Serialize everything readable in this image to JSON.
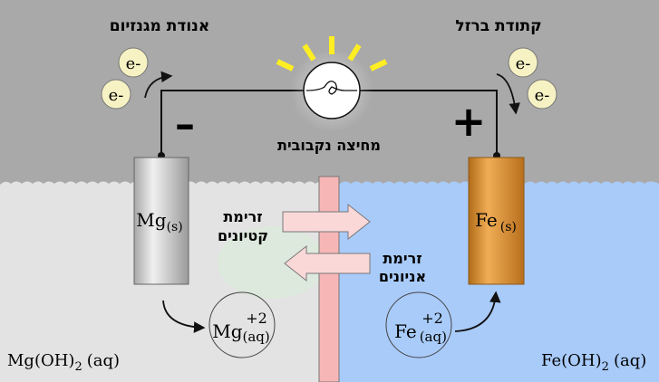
{
  "labels": {
    "anode_title": "אנודת מגנזיום",
    "cathode_title": "קתודת ברזל",
    "membrane": "מחיצה נקבובית",
    "minus_sign": "–",
    "plus_sign": "+",
    "electron": "e-",
    "cation_flow_line1": "זרימת",
    "cation_flow_line2": "קטיונים",
    "anion_flow_line1": "זרימת",
    "anion_flow_line2": "אניונים",
    "mg_electrode": "Mg",
    "mg_electrode_sub": "(s)",
    "fe_electrode": "Fe",
    "fe_electrode_sub": "(s)",
    "mg_ion": "Mg",
    "mg_ion_sub": "(aq)",
    "mg_ion_charge": "+2",
    "fe_ion": "Fe",
    "fe_ion_sub": "(aq)",
    "fe_ion_charge": "+2",
    "left_solution": "Mg(OH)",
    "left_solution_sub": "2",
    "left_solution_state": "(aq)",
    "right_solution": "Fe(OH)",
    "right_solution_sub": "2",
    "right_solution_state": "(aq)"
  },
  "colors": {
    "air": "#a9a9a9",
    "left_solution": "#e3e3e3",
    "right_solution": "#a9cbfa",
    "membrane": "#f7b6b6",
    "arrow_fill": "#fbd8d8",
    "bulb_rays": "#ffee22",
    "electron_fill": "#f7f2c4",
    "mg_electrode": "#d4d4d4",
    "fe_electrode": "#d78f31"
  },
  "icons": [
    "light-bulb-icon",
    "electron-icon",
    "flow-arrow-icon"
  ]
}
